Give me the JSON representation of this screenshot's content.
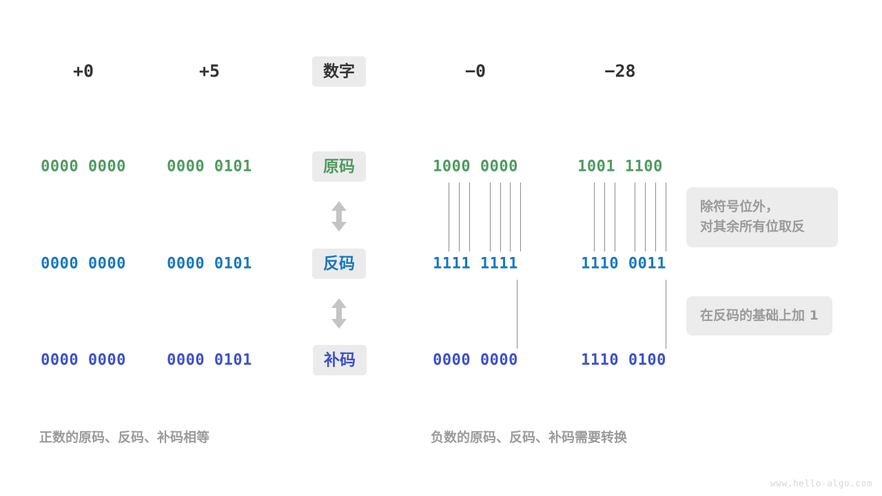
{
  "page": {
    "watermark": "www.hello-algo.com",
    "background": "#ffffff"
  },
  "colors": {
    "header_text": "#333333",
    "true_form_green": "#4e9a5f",
    "ones_complement_blue": "#1677c0",
    "twos_complement_indigo": "#3b50ca",
    "badge_bg": "#ebebeb",
    "note_bg": "#ececec",
    "note_text": "#9a9a9a",
    "caption_text": "#9a9a9a",
    "tick_line": "#8a8a8a",
    "arrow": "#c4c4c4"
  },
  "header": {
    "row_label": "数字",
    "columns": [
      {
        "id": "pos-zero",
        "value": "+0"
      },
      {
        "id": "pos-five",
        "value": "+5"
      },
      {
        "id": "neg-zero",
        "value": "−0"
      },
      {
        "id": "neg-28",
        "value": "−28"
      }
    ]
  },
  "rows": [
    {
      "id": "true-form",
      "label": "原码",
      "color_key": "green",
      "values": {
        "pos_zero": "0000 0000",
        "pos_five": "0000 0101",
        "neg_zero": "1000 0000",
        "neg_28": "1001 1100"
      }
    },
    {
      "id": "ones-complement",
      "label": "反码",
      "color_key": "blue",
      "values": {
        "pos_zero": "0000 0000",
        "pos_five": "0000 0101",
        "neg_zero": "1111 1111",
        "neg_28": "1110 0011"
      }
    },
    {
      "id": "twos-complement",
      "label": "补码",
      "color_key": "indigo",
      "values": {
        "pos_zero": "0000 0000",
        "pos_five": "0000 0101",
        "neg_zero": "0000 0000",
        "neg_28": "1110 0100"
      }
    }
  ],
  "notes": [
    {
      "id": "invert-note",
      "text": "除符号位外，\n对其余所有位取反"
    },
    {
      "id": "add-one-note",
      "text": "在反码的基础上加 1"
    }
  ],
  "captions": {
    "positive": "正数的原码、反码、补码相等",
    "negative": "负数的原码、反码、补码需要转换"
  },
  "arrows": [
    {
      "id": "arrow-true-to-ones",
      "direction": "up-down"
    },
    {
      "id": "arrow-ones-to-twos",
      "direction": "up-down"
    }
  ]
}
